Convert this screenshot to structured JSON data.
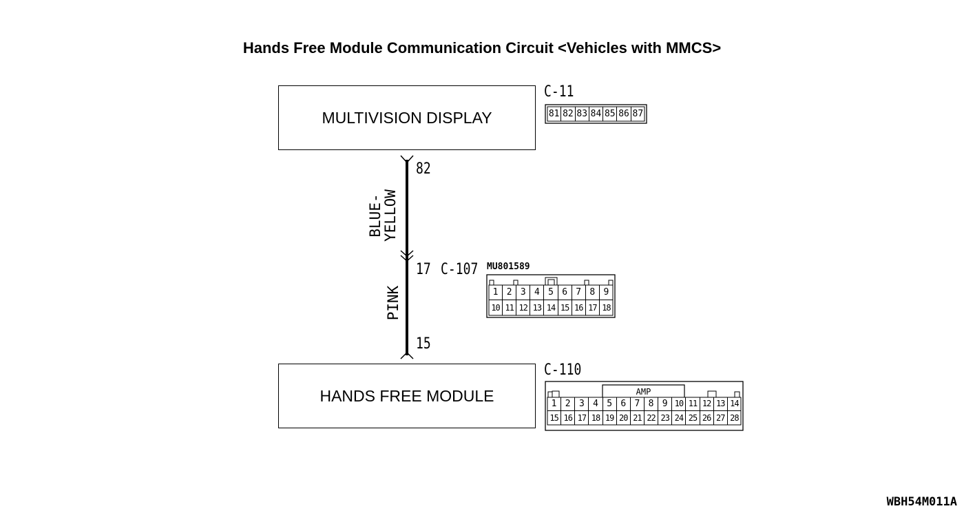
{
  "title": "Hands Free Module Communication Circuit <Vehicles with MMCS>",
  "components": {
    "top": {
      "label": "MULTIVISION DISPLAY"
    },
    "bottom": {
      "label": "HANDS FREE MODULE"
    }
  },
  "connectors": {
    "c11": {
      "name": "C-11",
      "pins": [
        "81",
        "82",
        "83",
        "84",
        "85",
        "86",
        "87"
      ]
    },
    "c107": {
      "name": "C-107",
      "part_no": "MU801589",
      "row1": [
        "1",
        "2",
        "3",
        "4",
        "5",
        "6",
        "7",
        "8",
        "9"
      ],
      "row2": [
        "10",
        "11",
        "12",
        "13",
        "14",
        "15",
        "16",
        "17",
        "18"
      ]
    },
    "c110": {
      "name": "C-110",
      "housing_label": "AMP",
      "row1": [
        "1",
        "2",
        "3",
        "4",
        "5",
        "6",
        "7",
        "8",
        "9",
        "10",
        "11",
        "12",
        "13",
        "14"
      ],
      "row2": [
        "15",
        "16",
        "17",
        "18",
        "19",
        "20",
        "21",
        "22",
        "23",
        "24",
        "25",
        "26",
        "27",
        "28"
      ]
    }
  },
  "wires": {
    "upper": {
      "color_line1": "BLUE-",
      "color_line2": "YELLOW",
      "pin_top": "82",
      "pin_bottom": "17"
    },
    "lower": {
      "color": "PINK",
      "pin_bottom": "15"
    }
  },
  "figure_code": "WBH54M011A"
}
